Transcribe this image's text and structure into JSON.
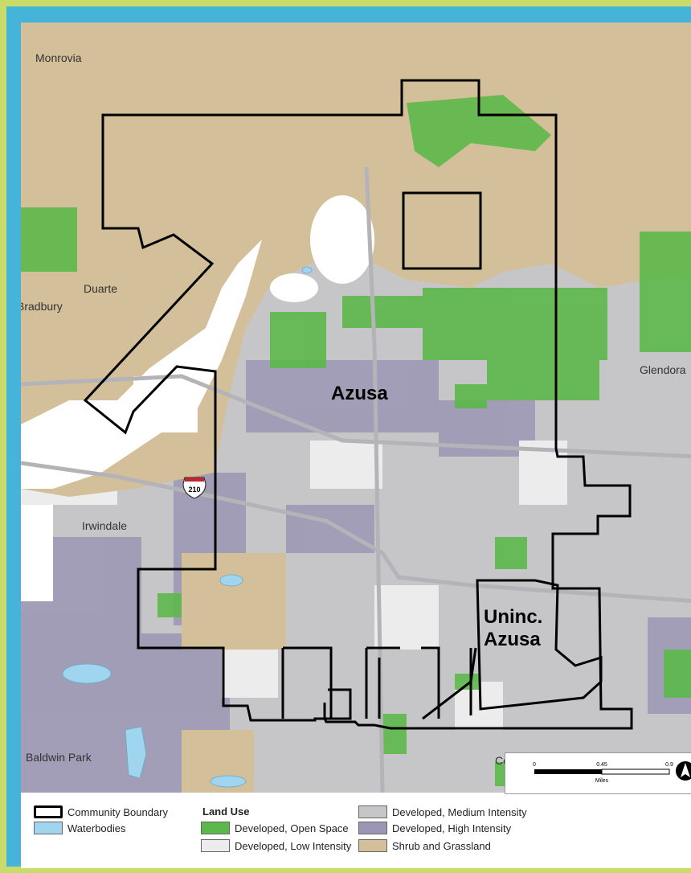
{
  "places": {
    "monrovia": "Monrovia",
    "duarte": "Duarte",
    "bradbury": "Bradbury",
    "glendora": "Glendora",
    "irwindale": "Irwindale",
    "baldwin_park": "Baldwin Park",
    "covina": "Covina"
  },
  "community": {
    "main": "Azusa",
    "uninc_line1": "Uninc.",
    "uninc_line2": "Azusa"
  },
  "highway_shield": "210",
  "scale": {
    "t0": "0",
    "t1": "0.45",
    "t2": "0.9",
    "unit": "Miles"
  },
  "legend": {
    "boundary": "Community Boundary",
    "water": "Waterbodies",
    "land_use_title": "Land Use",
    "open_space": "Developed, Open Space",
    "low": "Developed, Low Intensity",
    "medium": "Developed, Medium Intensity",
    "high": "Developed, High Intensity",
    "shrub": "Shrub and Grassland"
  },
  "colors": {
    "open_space": "#5cb84a",
    "low": "#ececec",
    "medium": "#c6c6c9",
    "high": "#9b96b4",
    "shrub": "#d3bf99",
    "water": "#9fd5ee",
    "frame_outer": "#c9dc6a",
    "frame_inner": "#46b4d8"
  }
}
